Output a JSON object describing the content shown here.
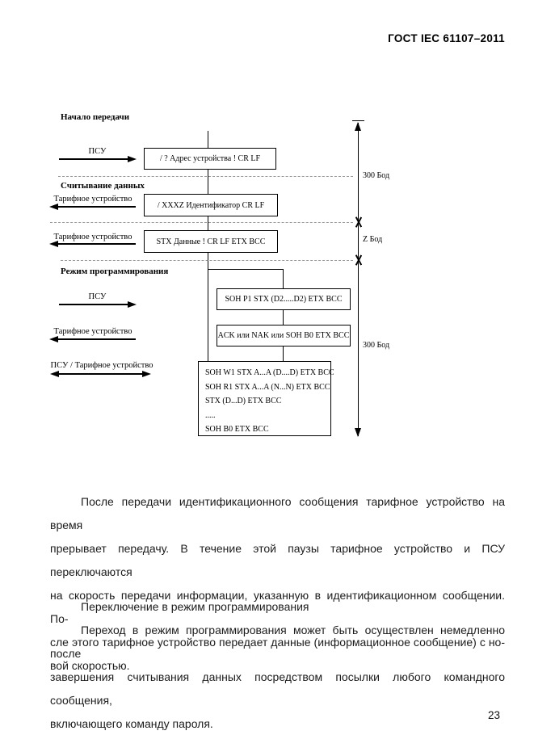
{
  "page": {
    "header": "ГОСТ IEC 61107–2011",
    "page_number": "23"
  },
  "diagram": {
    "sections": {
      "start": "Начало передачи",
      "reading": "Считывание данных",
      "programming": "Режим программирования"
    },
    "actors": {
      "psu": "ПСУ",
      "tariff": "Тарифное устройство",
      "both": "ПСУ / Тарифное устройство"
    },
    "boxes": {
      "address": "/ ?  Адрес устройства  !  CR  LF",
      "identifier": "/ XXXZ  Идентификатор  CR  LF",
      "data": "STX  Данные  !  CR  LF  ETX  BCC",
      "program": "SOH  P1  STX  (D2.....D2)  ETX  BCC",
      "ack": "ACK или NAK или SOH  B0  ETX  BCC",
      "commands": [
        "SOH  W1  STX  A...A (D....D)  ETX  BCC",
        "SOH  R1  STX  A...A (N...N)  ETX  BCC",
        "STX  (D...D)  ETX  BCC",
        ".....",
        "SOH  B0  ETX  BCC"
      ]
    },
    "baud": {
      "b300_top": "300 Бод",
      "z": "Z Бод",
      "b300_bottom": "300 Бод"
    }
  },
  "body": {
    "p1_lines": [
      "После передачи идентификационного сообщения тарифное устройство на время",
      "прерывает передачу. В течение этой паузы тарифное устройство и ПСУ переключаются",
      "на скорость передачи информации, указанную в идентификационном сообщении. По-",
      "сле этого тарифное устройство передает данные (информационное сообщение) с но-",
      "вой скоростью."
    ],
    "p2": "Переключение в режим программирования",
    "p3_lines": [
      "Переход в режим программирования может быть осуществлен немедленно после",
      "завершения считывания данных посредством посылки любого командного сообщения,",
      "включающего команду пароля."
    ]
  }
}
